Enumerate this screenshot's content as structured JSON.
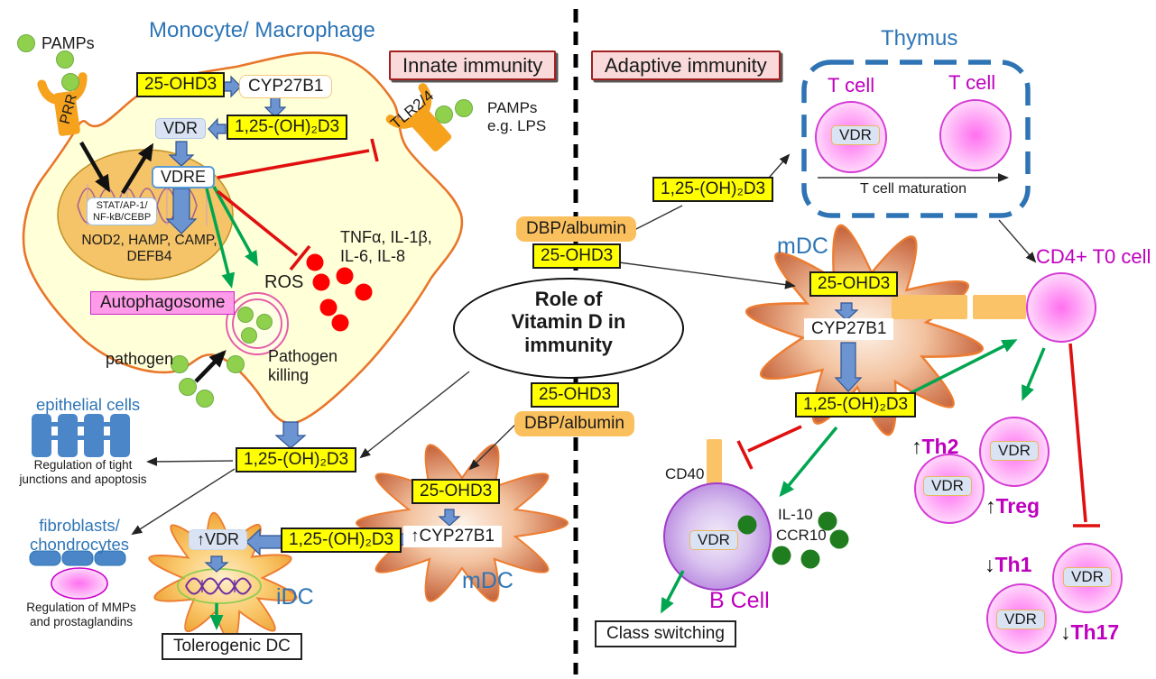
{
  "headers": {
    "innate": "Innate immunity",
    "adaptive": "Adaptive immunity"
  },
  "center": {
    "title_line1": "Role of",
    "title_line2": "Vitamin D in",
    "title_line3": "immunity",
    "d125": "1,25-(OH)₂D3",
    "dbp_top": "DBP/albumin",
    "ohd3_top": "25-OHD3",
    "ohd3_bottom": "25-OHD3",
    "dbp_bottom": "DBP/albumin"
  },
  "monocyte": {
    "title": "Monocyte/ Macrophage",
    "pamps": "PAMPs",
    "prr": "PRR",
    "ohd3": "25-OHD3",
    "cyp27b1": "CYP27B1",
    "d125": "1,25-(OH)₂D3",
    "vdr": "VDR",
    "vdre": "VDRE",
    "stat_line1": "STAT/AP-1/",
    "stat_line2": "NF-kB/CEBP",
    "genes_line1": "NOD2, HAMP, CAMP,",
    "genes_line2": "DEFB4",
    "autophagosome": "Autophagosome",
    "ros": "ROS",
    "cytokines_line1": "TNFα, IL-1β,",
    "cytokines_line2": "IL-6, IL-8",
    "pathogen": "pathogen",
    "killing_line1": "Pathogen",
    "killing_line2": "killing",
    "tlr": "TLR2/4",
    "lps_line1": "PAMPs",
    "lps_line2": "e.g. LPS",
    "d125_secreted": "1,25-(OH)₂D3"
  },
  "epithelial": {
    "title": "epithelial cells",
    "caption_line1": "Regulation of tight",
    "caption_line2": "junctions and apoptosis"
  },
  "fibroblasts": {
    "title_line1": "fibroblasts/",
    "title_line2": "chondrocytes",
    "caption_line1": "Regulation of MMPs",
    "caption_line2": "and prostaglandins"
  },
  "idc": {
    "label": "iDC",
    "vdr_up": "↑VDR",
    "d125": "1,25-(OH)₂D3",
    "tolerogenic": "Tolerogenic DC"
  },
  "mdc_innate": {
    "label": "mDC",
    "ohd3": "25-OHD3",
    "cyp27b1_up": "↑CYP27B1"
  },
  "thymus": {
    "title": "Thymus",
    "tcell_left": "T cell",
    "tcell_right": "T cell",
    "vdr": "VDR",
    "maturation": "T cell maturation"
  },
  "mdc_adaptive": {
    "label": "mDC",
    "ohd3": "25-OHD3",
    "cyp27b1": "CYP27B1",
    "d125": "1,25-(OH)₂D3"
  },
  "tcells": {
    "cd4": "CD4+ T0 cell",
    "vdr": "VDR",
    "th2_arrow": "↑",
    "th2": "Th2",
    "treg_arrow": "↑",
    "treg": "Treg",
    "th1_arrow": "↓",
    "th1": "Th1",
    "th17_arrow": "↓",
    "th17": "Th17"
  },
  "bcell": {
    "label": "B Cell",
    "cd40": "CD40",
    "vdr": "VDR",
    "il10": "IL-10",
    "ccr10": "CCR10",
    "class_switching": "Class switching"
  },
  "colors": {
    "blue_label": "#2E75B6",
    "magenta_label": "#BF00BF",
    "yellow_box": "#FFFF00",
    "orange_box": "#FAC05E",
    "green_arrow": "#00A550",
    "red_inhibit": "#E01010",
    "blue_arrow": "#6B94D0"
  }
}
